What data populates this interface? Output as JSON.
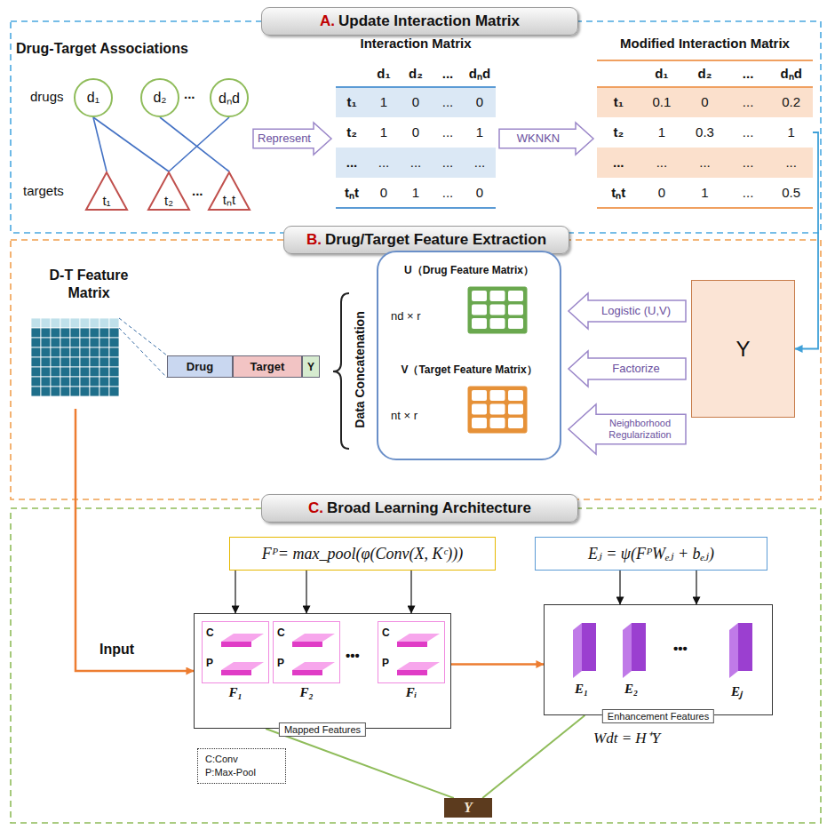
{
  "diagram": {
    "nodes": [
      {
        "text": [
          "A.",
          "Update Interaction Matrix"
        ]
      },
      {
        "text": [
          "d₁"
        ]
      },
      {
        "text": [
          "d₂"
        ]
      },
      {
        "text": [
          "dₙd"
        ]
      },
      {
        "text": [
          "t₁"
        ]
      },
      {
        "text": [
          "t₂"
        ]
      },
      {
        "text": [
          "tₙt"
        ]
      },
      {
        "text": [
          "Represent"
        ]
      },
      {
        "text": [
          "Interaction Matrix",
          "d₁",
          "d₂",
          "...",
          "dₙd",
          "t₁",
          "1",
          "0",
          "...",
          "0",
          "t₂",
          "1",
          "0",
          "...",
          "1",
          "...",
          "...",
          "...",
          "...",
          "...",
          "tₙt",
          "0",
          "1",
          "...",
          "0"
        ]
      },
      {
        "text": [
          "WKNKN"
        ]
      },
      {
        "text": [
          "Modified Interaction Matrix",
          "d₁",
          "d₂",
          "...",
          "dₙd",
          "t₁",
          "0.1",
          "0",
          "...",
          "0.2",
          "t₂",
          "1",
          "0.3",
          "...",
          "1",
          "...",
          "...",
          "...",
          "...",
          "...",
          "tₙt",
          "0",
          "1",
          "...",
          "0.5"
        ]
      },
      {
        "text": [
          "B.",
          "Drug/Target Feature Extraction"
        ]
      },
      {
        "text": [
          "D-T Feature Matrix"
        ]
      },
      {
        "text": [
          "Drug"
        ]
      },
      {
        "text": [
          "Target"
        ]
      },
      {
        "text": [
          "Y"
        ]
      },
      {
        "text": [
          "U（Drug Feature Matrix）",
          "nd × r",
          "V（Target Feature Matrix）",
          "nt × r"
        ]
      },
      {
        "text": [
          "Logistic (U,V)"
        ]
      },
      {
        "text": [
          "Factorize"
        ]
      },
      {
        "text": [
          "Neighborhood Regularization"
        ]
      },
      {
        "text": [
          "Y"
        ]
      },
      {
        "text": [
          "C.",
          "Broad Learning Architecture"
        ]
      },
      {
        "text": [
          "Fᴾ= max_pool(φ(Conv(X, Kᶜ)))"
        ]
      },
      {
        "text": [
          "Eⱼ = ψ(FᴾWₑⱼ + bₑⱼ)"
        ]
      },
      {
        "text": [
          "Mapped Features",
          "•••"
        ]
      },
      {
        "text": [
          "C",
          "P",
          "F₁"
        ],
        "in": 24
      },
      {
        "text": [
          "C",
          "P",
          "F₂"
        ],
        "in": 24
      },
      {
        "text": [
          "C",
          "P",
          "Fᵢ"
        ],
        "in": 24
      },
      {
        "text": [
          "Enhancement Features",
          "E₁",
          "E₂",
          "•••",
          "Eⱼ"
        ]
      },
      {
        "text": [
          "C:Conv",
          "P:Max-Pool"
        ]
      },
      {
        "text": [
          "Y"
        ]
      }
    ],
    "edges": [
      {
        "from": 1,
        "to": 4,
        "arrow": "none"
      },
      {
        "from": 1,
        "to": 5,
        "arrow": "none"
      },
      {
        "from": 2,
        "to": 6,
        "arrow": "none"
      },
      {
        "from": 3,
        "to": 5,
        "arrow": "none"
      },
      {
        "from": 10,
        "to": 20,
        "arrow": "to"
      },
      {
        "from": 12,
        "to": 24,
        "arrow": "to"
      },
      {
        "from": 24,
        "to": 28,
        "arrow": "to"
      },
      {
        "from": 22,
        "to": 24,
        "arrow": "to"
      },
      {
        "from": 22,
        "to": 24,
        "arrow": "to"
      },
      {
        "from": 22,
        "to": 24,
        "arrow": "to"
      },
      {
        "from": 23,
        "to": 28,
        "arrow": "to"
      },
      {
        "from": 23,
        "to": 28,
        "arrow": "to"
      },
      {
        "from": 24,
        "to": 30,
        "arrow": "none"
      },
      {
        "from": 28,
        "to": 30,
        "arrow": "none"
      }
    ],
    "labels": [
      "Drug-Target Associations",
      "drugs",
      "...",
      "targets",
      "...",
      "Data Concatenation",
      "Input",
      "Wdt = H⁺Y"
    ]
  }
}
